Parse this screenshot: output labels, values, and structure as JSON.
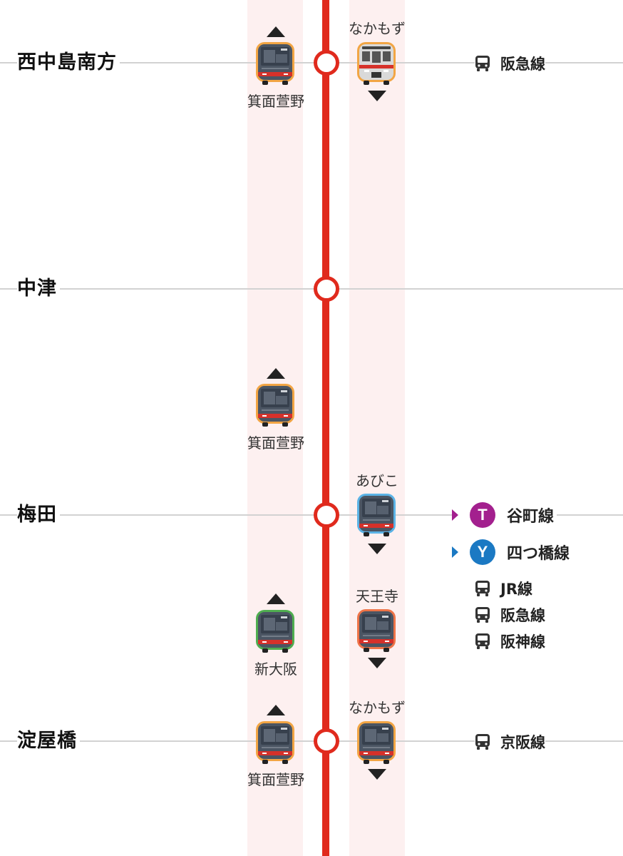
{
  "colors": {
    "line_red": "#e02a1d",
    "lane_bg": "#fdf0f0",
    "tanimachi": "#a3208e",
    "yotsubashi": "#1b79c3"
  },
  "stations": [
    {
      "name": "西中島南方",
      "transfers": [
        {
          "icon": "bus-icon",
          "label": "阪急線"
        }
      ]
    },
    {
      "name": "中津",
      "transfers": []
    },
    {
      "name": "梅田",
      "subway": [
        {
          "symbol": "T",
          "label": "谷町線",
          "color": "#a3208e"
        },
        {
          "symbol": "Y",
          "label": "四つ橋線",
          "color": "#1b79c3"
        }
      ],
      "transfers": [
        {
          "icon": "bus-icon",
          "label": "JR線"
        },
        {
          "icon": "bus-icon",
          "label": "阪急線"
        },
        {
          "icon": "bus-icon",
          "label": "阪神線"
        }
      ]
    },
    {
      "name": "淀屋橋",
      "transfers": [
        {
          "icon": "bus-icon",
          "label": "京阪線"
        }
      ]
    }
  ],
  "trains": [
    {
      "direction": "up",
      "destination": "箕面萱野",
      "border": "#f2a544",
      "style": "dark",
      "location": "西中島南方"
    },
    {
      "direction": "down",
      "destination": "なかもず",
      "border": "#f2a544",
      "style": "silver",
      "location": "西中島南方"
    },
    {
      "direction": "up",
      "destination": "箕面萱野",
      "border": "#f2a544",
      "style": "dark",
      "location": "中津-梅田"
    },
    {
      "direction": "down",
      "destination": "あびこ",
      "border": "#5bb3e6",
      "style": "dark",
      "location": "梅田"
    },
    {
      "direction": "up",
      "destination": "新大阪",
      "border": "#4fae50",
      "style": "dark",
      "location": "梅田-淀屋橋"
    },
    {
      "direction": "down",
      "destination": "天王寺",
      "border": "#ee7448",
      "style": "dark",
      "location": "梅田-淀屋橋"
    },
    {
      "direction": "up",
      "destination": "箕面萱野",
      "border": "#f2a544",
      "style": "dark",
      "location": "淀屋橋"
    },
    {
      "direction": "down",
      "destination": "なかもず",
      "border": "#f2a544",
      "style": "dark",
      "location": "淀屋橋"
    }
  ]
}
